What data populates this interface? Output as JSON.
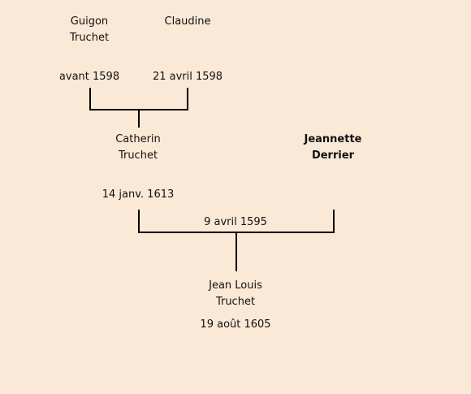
{
  "persons": {
    "guigon": {
      "first": "Guigon",
      "last": "Truchet",
      "date": "avant 1598"
    },
    "claudine": {
      "first": "Claudine",
      "date": "21 avril 1598"
    },
    "catherin": {
      "first": "Catherin",
      "last": "Truchet",
      "date": "14 janv. 1613"
    },
    "jeannette": {
      "first": "Jeannette",
      "last": "Derrier"
    },
    "jean_louis": {
      "first": "Jean Louis",
      "last": "Truchet",
      "date": "19 août 1605"
    }
  },
  "marriages": {
    "catherin_jeannette": {
      "date": "9 avril 1595"
    }
  }
}
